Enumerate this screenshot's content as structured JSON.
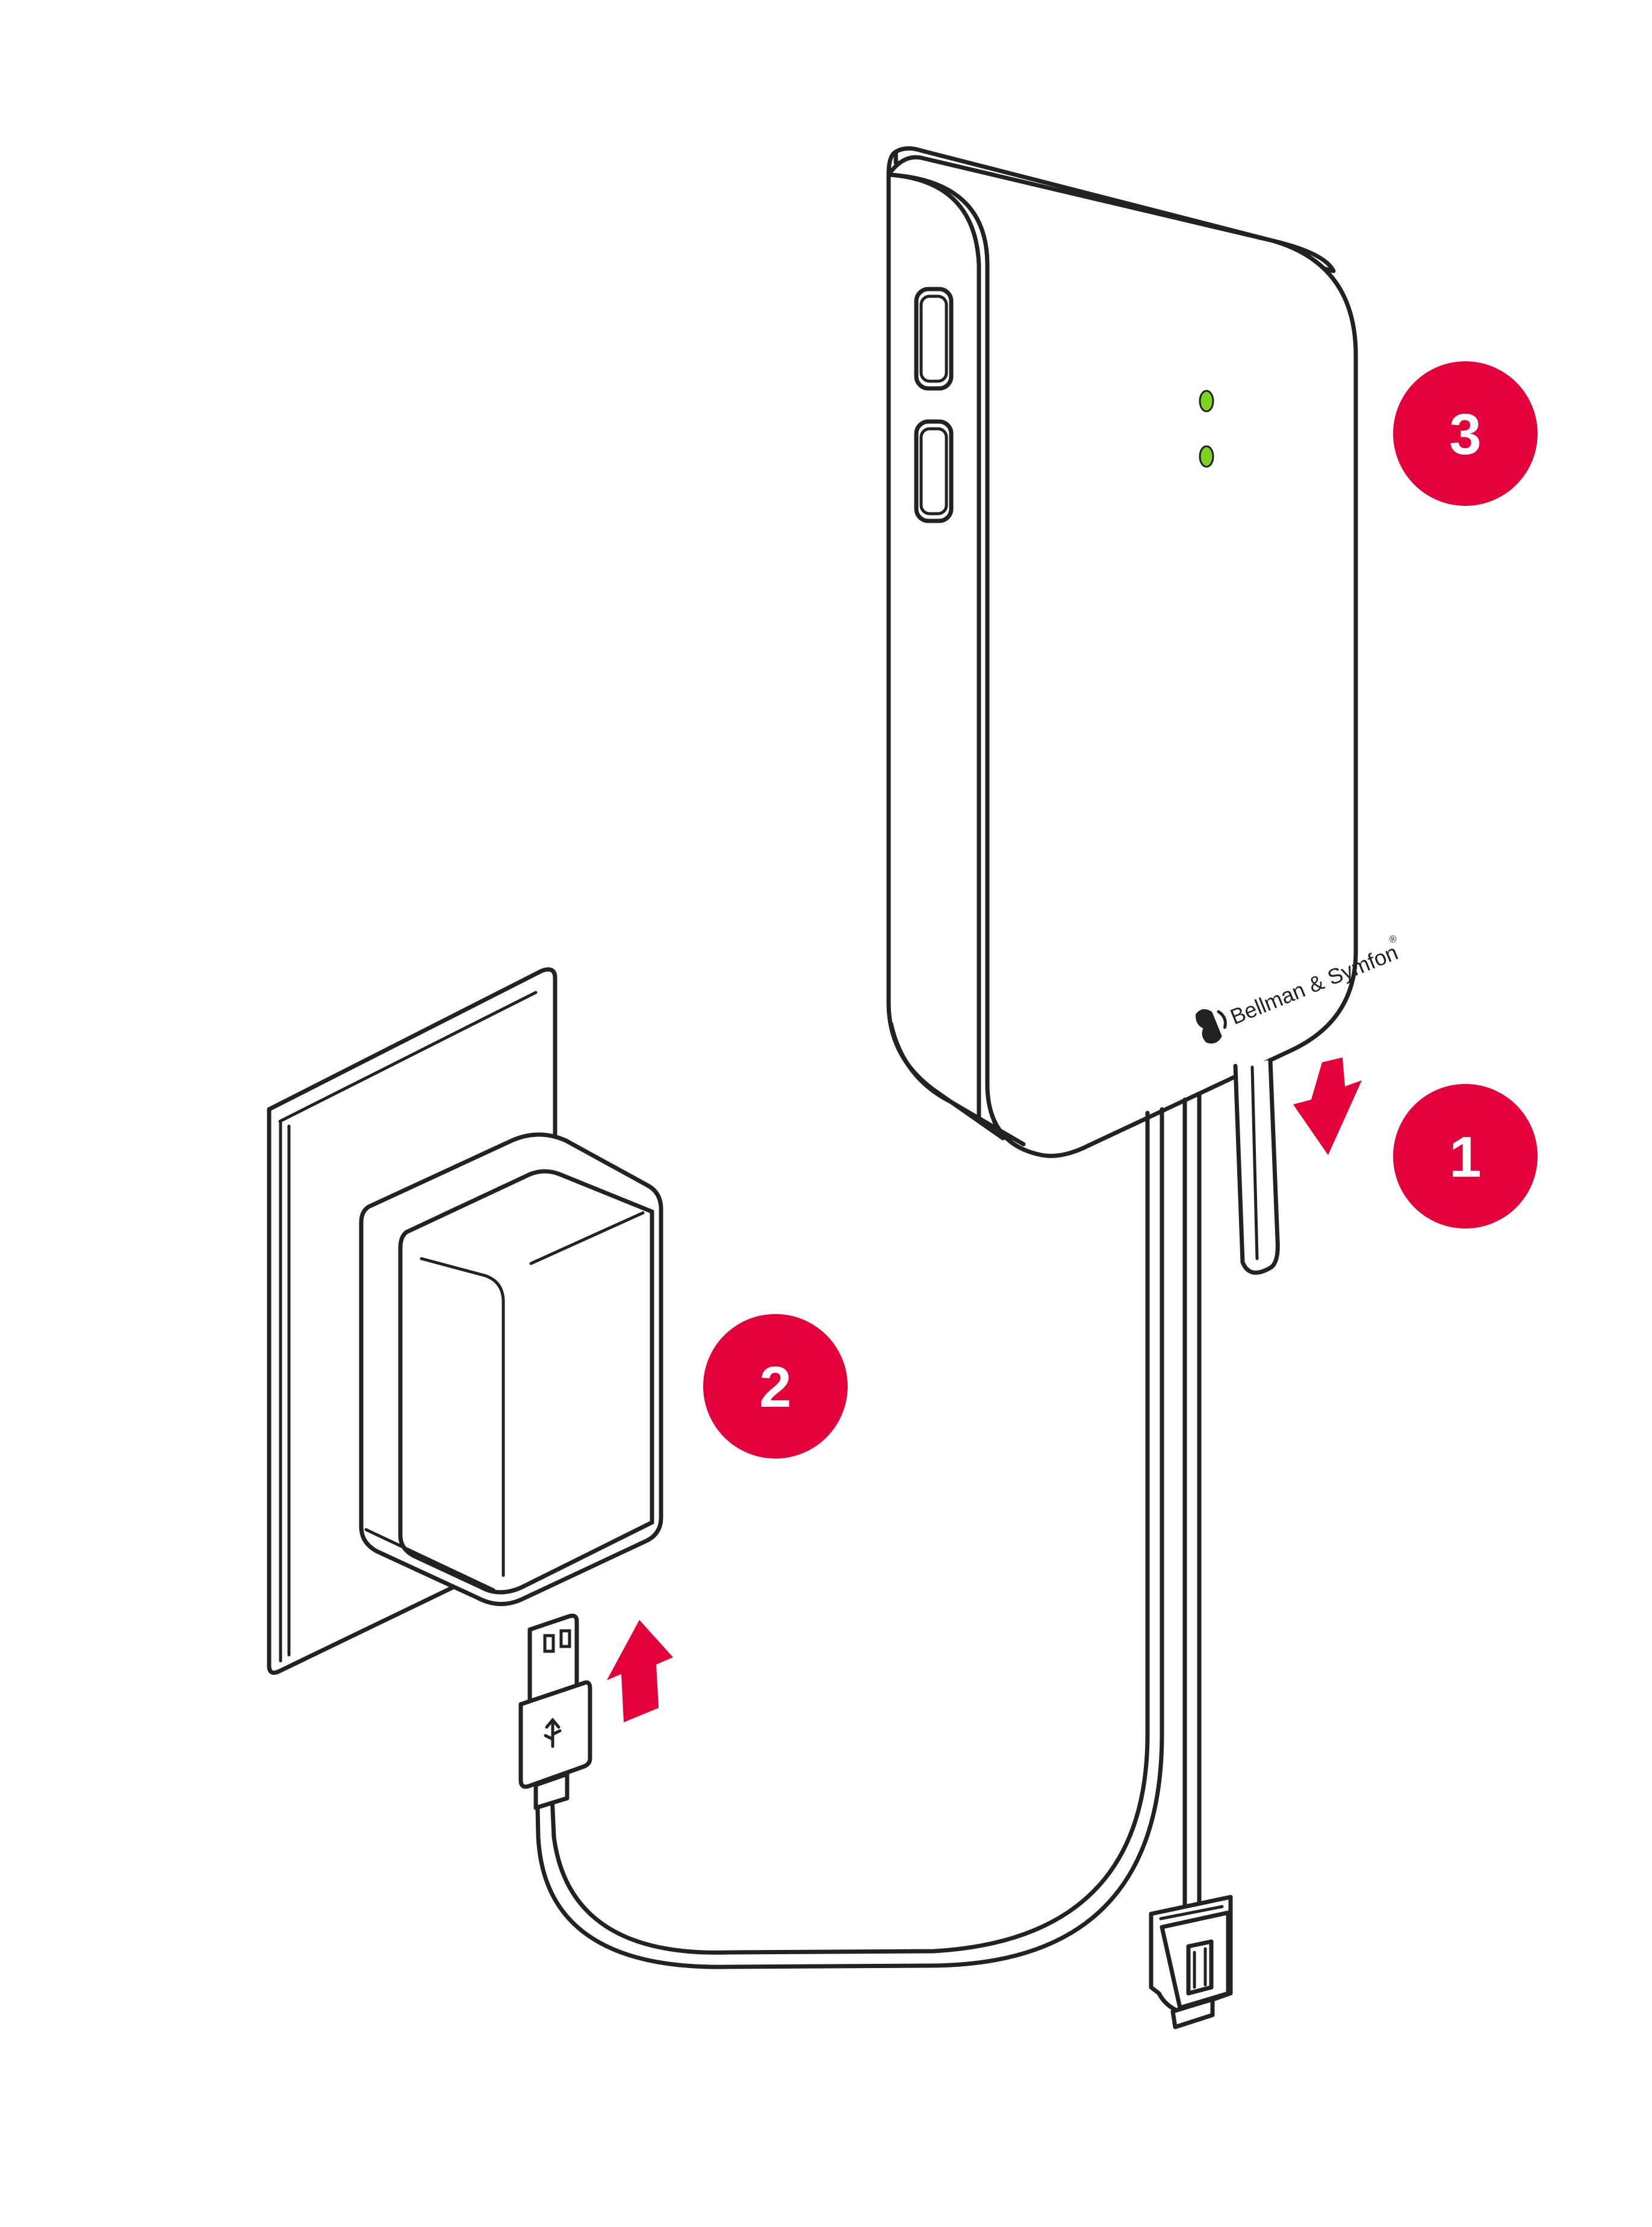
{
  "diagram": {
    "title": "Device installation steps",
    "accent_color": "#E4003A",
    "led_color": "#7ED321",
    "steps": [
      {
        "number": "1",
        "target": "cable-connection"
      },
      {
        "number": "2",
        "target": "power-adapter"
      },
      {
        "number": "3",
        "target": "indicator-leds"
      }
    ],
    "device": {
      "brand_label": "Bellman & Symfon",
      "registered_mark": "®",
      "brand_logo_icon": "speaker-head-icon",
      "led_count": 2,
      "button_count": 2
    },
    "parts": {
      "wall_socket": "wall-plate",
      "adapter": "usb-power-adapter",
      "usb_plug": "usb-a-plug",
      "network_plug": "rj-connector"
    },
    "arrows": {
      "cable_arrow": "arrow-down-icon",
      "usb_arrow": "arrow-up-icon"
    }
  }
}
